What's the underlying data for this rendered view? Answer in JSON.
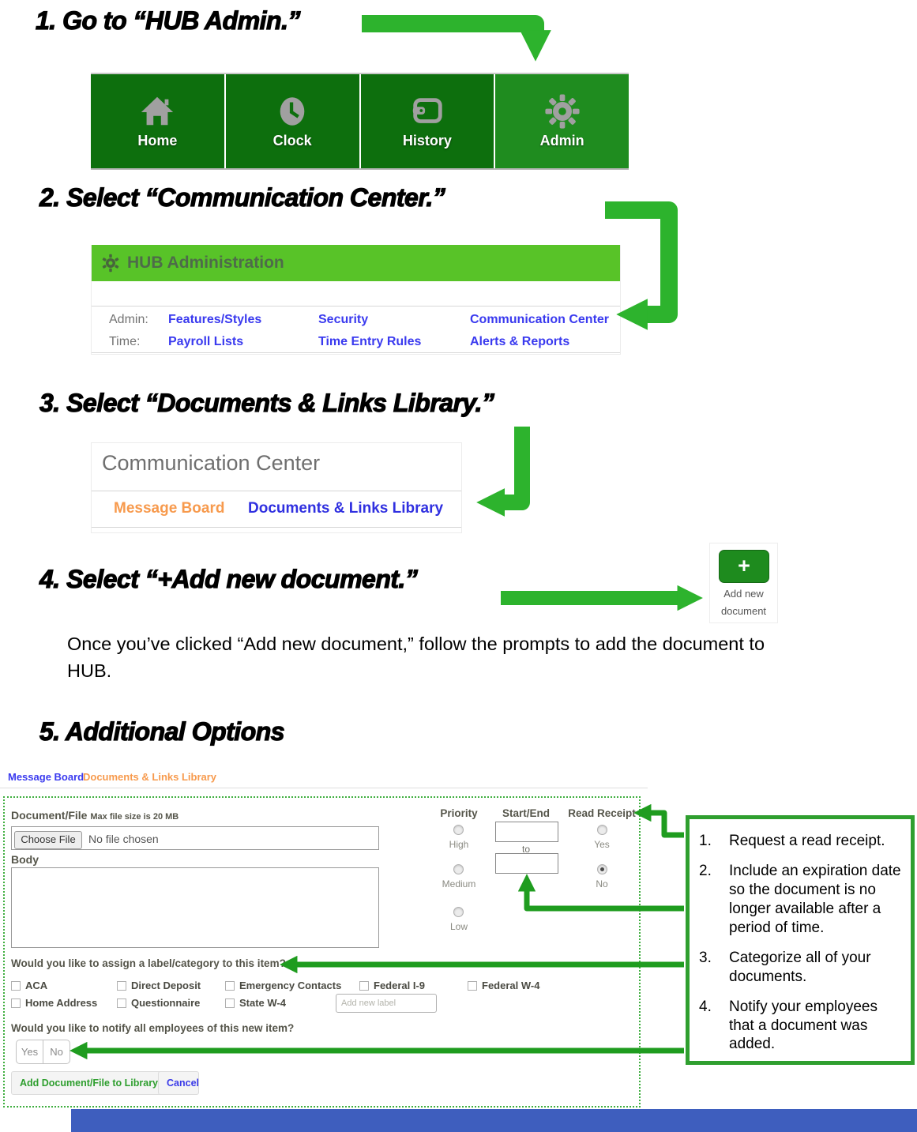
{
  "headings": {
    "step1": "1. Go to “HUB Admin.”",
    "step2": "2. Select “Communication Center.”",
    "step3": "3. Select “Documents & Links Library.”",
    "step4": "4. Select “+Add new document.”",
    "step5": "5. Additional Options"
  },
  "navbar": {
    "items": [
      {
        "label": "Home",
        "icon": "home-icon"
      },
      {
        "label": "Clock",
        "icon": "clock-icon"
      },
      {
        "label": "History",
        "icon": "wallet-icon"
      },
      {
        "label": "Admin",
        "icon": "gear-icon"
      }
    ]
  },
  "hub_admin_panel": {
    "title": "HUB Administration",
    "rows": [
      {
        "label": "Admin:",
        "links": [
          "Features/Styles",
          "Security",
          "Communication Center"
        ]
      },
      {
        "label": "Time:",
        "links": [
          "Payroll Lists",
          "Time Entry Rules",
          "Alerts & Reports"
        ]
      }
    ]
  },
  "comm_center_panel": {
    "title": "Communication Center",
    "tabs": [
      "Message Board",
      "Documents & Links Library"
    ]
  },
  "add_doc_tile": {
    "plus": "+",
    "line1": "Add new",
    "line2": "document"
  },
  "note": "Once you’ve clicked “Add new document,” follow the prompts to add the document to HUB.",
  "form": {
    "tabs": [
      "Message Board",
      "Documents & Links Library"
    ],
    "document_file_label": "Document/File",
    "max_file_note": "Max file size is 20 MB",
    "choose_file": "Choose File",
    "no_file": "No file chosen",
    "body_label": "Body",
    "priority": {
      "label": "Priority",
      "options": [
        "High",
        "Medium",
        "Low"
      ],
      "selected": ""
    },
    "start_end": {
      "label": "Start/End",
      "separator": "to",
      "start_value": "",
      "end_value": ""
    },
    "read_receipt": {
      "label": "Read Receipt",
      "options": [
        "Yes",
        "No"
      ],
      "selected": "No"
    },
    "label_question": "Would you like to assign a label/category to this item?",
    "checkboxes": [
      "ACA",
      "Direct Deposit",
      "Emergency Contacts",
      "Federal I-9",
      "Federal W-4",
      "Home Address",
      "Questionnaire",
      "State W-4"
    ],
    "add_label_placeholder": "Add new label",
    "notify_question": "Would you like to notify all employees of this new item?",
    "notify_options": [
      "Yes",
      "No"
    ],
    "submit_label": "Add Document/File to Library",
    "cancel_label": "Cancel"
  },
  "callout": {
    "items": [
      {
        "num": "1.",
        "text": "Request a read receipt."
      },
      {
        "num": "2.",
        "text": "Include an expiration date so the document is no longer available after a period of time."
      },
      {
        "num": "3.",
        "text": "Categorize all of your documents."
      },
      {
        "num": "4.",
        "text": "Notify your employees that a document was added."
      }
    ]
  },
  "colors": {
    "arrow_green": "#2db32d",
    "connector_green": "#1f9c1f",
    "nav_tile_green": "#0d6f0d",
    "nav_admin_green": "#1f8c1f",
    "hub_header_green": "#58c328",
    "link_blue": "#3a3aef",
    "tab_orange": "#f79a4d",
    "callout_border_green": "#2f9f2f",
    "footer_bar_blue": "#3e5ebe",
    "add_button_green": "#1e8b1e"
  }
}
